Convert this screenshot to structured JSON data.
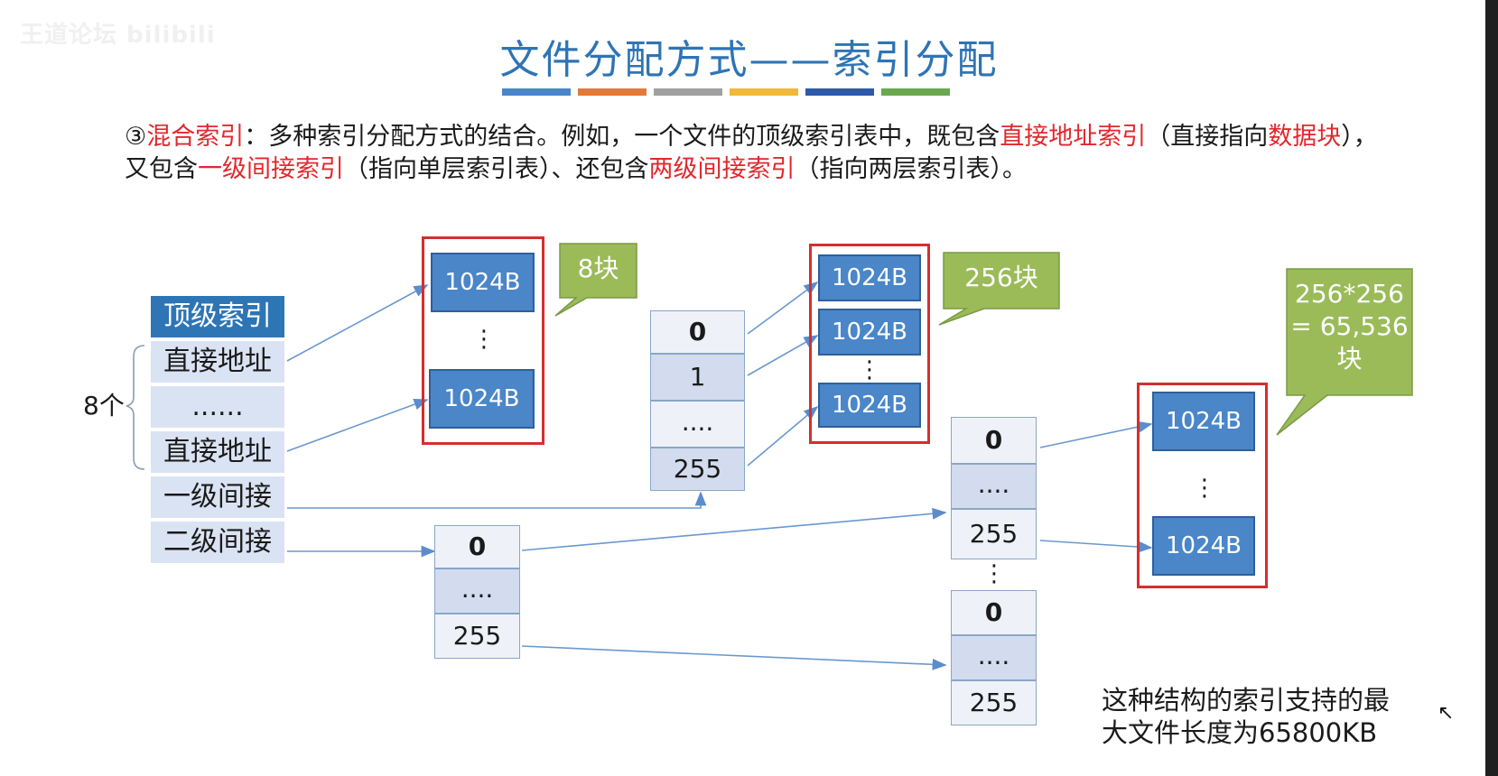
{
  "watermark": "王道论坛 bilibili",
  "title": "文件分配方式——索引分配",
  "colors": [
    "#4a86c8",
    "#e07b39",
    "#a0a0a0",
    "#f0b93a",
    "#2e5aa8",
    "#6aa84f"
  ],
  "paragraph": {
    "p1": "③",
    "p2": "混合索引",
    "p3": "：多种索引分配方式的结合。例如，一个文件的顶级索引表中，既包含",
    "p4": "直接地址索引",
    "p5": "（直接指向",
    "p6": "数据块",
    "p7": "），又包含",
    "p8": "一级间接索引",
    "p9": "（指向单层索引表）、还包含",
    "p10": "两级间接索引",
    "p11": "（指向两层索引表）。"
  },
  "top_index": {
    "header": "顶级索引",
    "rows": [
      "直接地址",
      "......",
      "直接地址",
      "一级间接",
      "二级间接"
    ],
    "count_label": "8个"
  },
  "blocks": {
    "block_label": "1024B",
    "vdots": "⋮"
  },
  "callouts": {
    "c1": "8块",
    "c2": "256块",
    "c3_line1": "256*256",
    "c3_line2": "= 65,536",
    "c3_line3": "块"
  },
  "index_tables": {
    "first_level": [
      "0",
      "1",
      "....",
      "255"
    ],
    "second_root": [
      "0",
      "....",
      "255"
    ],
    "second_a": [
      "0",
      "....",
      "255"
    ],
    "second_b": [
      "0",
      "....",
      "255"
    ]
  },
  "note": {
    "line1": "这种结构的索引支持的最",
    "line2": "大文件长度为65800KB"
  },
  "cursor": "↖"
}
